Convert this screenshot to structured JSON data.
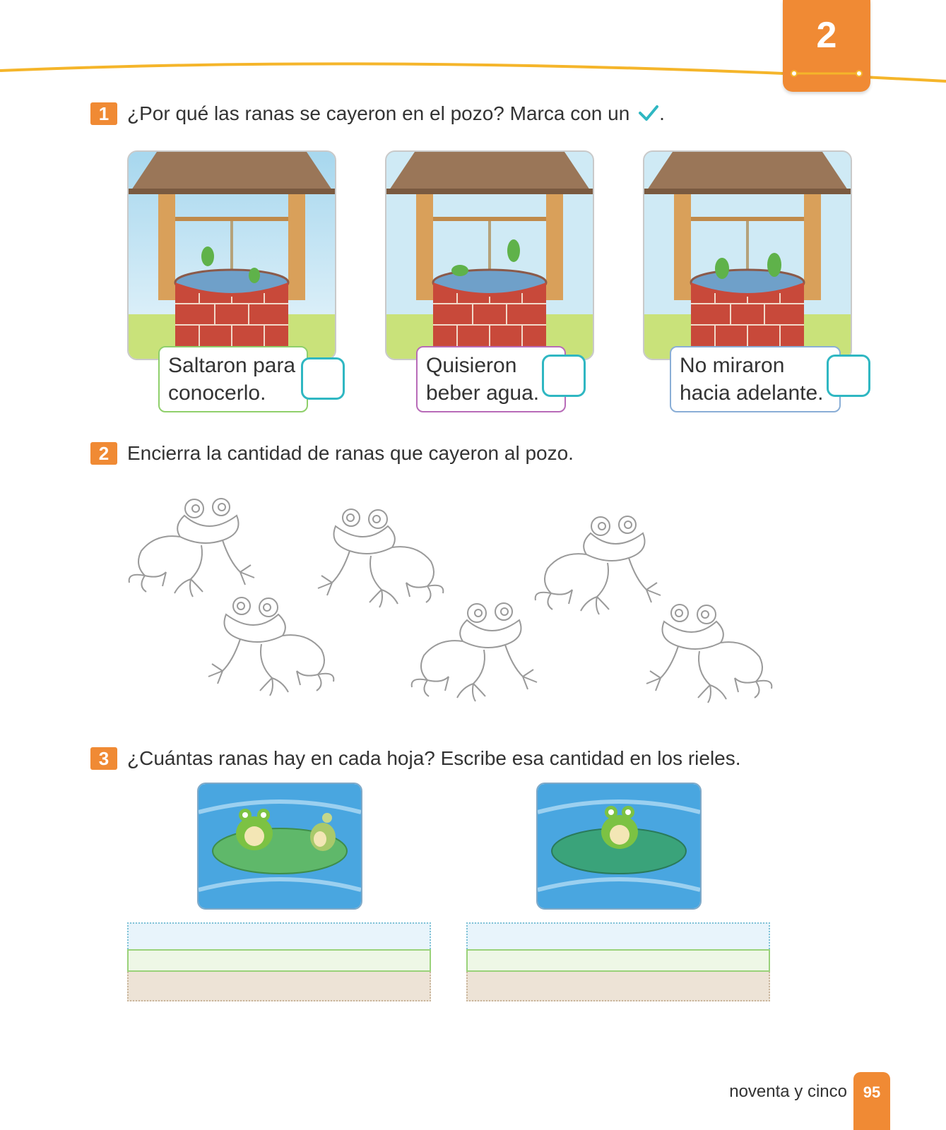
{
  "header": {
    "unit_number": "2"
  },
  "colors": {
    "accent_orange": "#f08a34",
    "line_yellow": "#f5b52a",
    "check_teal": "#2fb7c2",
    "box_green": "#8fcf6b",
    "box_purple": "#b86bb8",
    "box_blue": "#8aaed6"
  },
  "questions": [
    {
      "number": "1",
      "text": "¿Por qué las ranas se cayeron en el pozo? Marca con un",
      "suffix": ".",
      "icon": "check-icon",
      "options": [
        {
          "line1": "Saltaron para",
          "line2": "conocerlo."
        },
        {
          "line1": "Quisieron",
          "line2": "beber agua."
        },
        {
          "line1": "No miraron",
          "line2": "hacia adelante."
        }
      ]
    },
    {
      "number": "2",
      "text": "Encierra la cantidad de ranas que cayeron al pozo.",
      "frog_outline_count": 6
    },
    {
      "number": "3",
      "text": "¿Cuántas ranas hay en cada hoja? Escribe esa cantidad en los rieles.",
      "ponds": [
        {
          "frogs_on_leaf": 2
        },
        {
          "frogs_on_leaf": 1
        }
      ]
    }
  ],
  "footer": {
    "page_words": "noventa y cinco",
    "page_number": "95"
  }
}
